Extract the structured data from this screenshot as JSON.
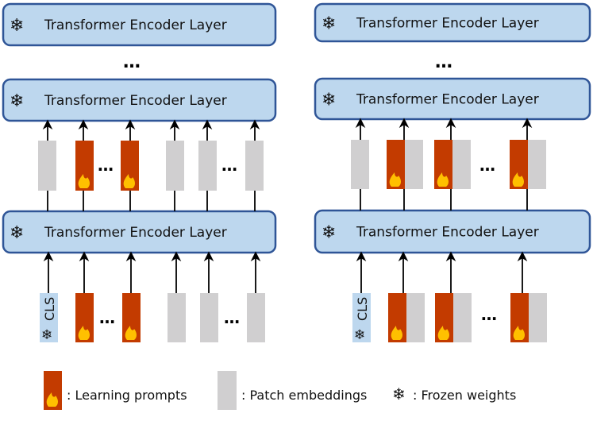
{
  "layer_label": "Transformer Encoder Layer",
  "cls_label": "CLS",
  "ellipsis": "…",
  "colors": {
    "layer_fill": "#bdd7ee",
    "layer_stroke": "#2f5597",
    "prompt": "#c33b00",
    "patch": "#d0cfd0",
    "cls": "#bdd7ee",
    "flame": "#ffc000"
  },
  "icons": {
    "frozen": "snowflake-icon",
    "prompt": "flame-icon"
  },
  "legend": {
    "prompts": ": Learning prompts",
    "patches": ": Patch embeddings",
    "frozen": ": Frozen weights"
  }
}
